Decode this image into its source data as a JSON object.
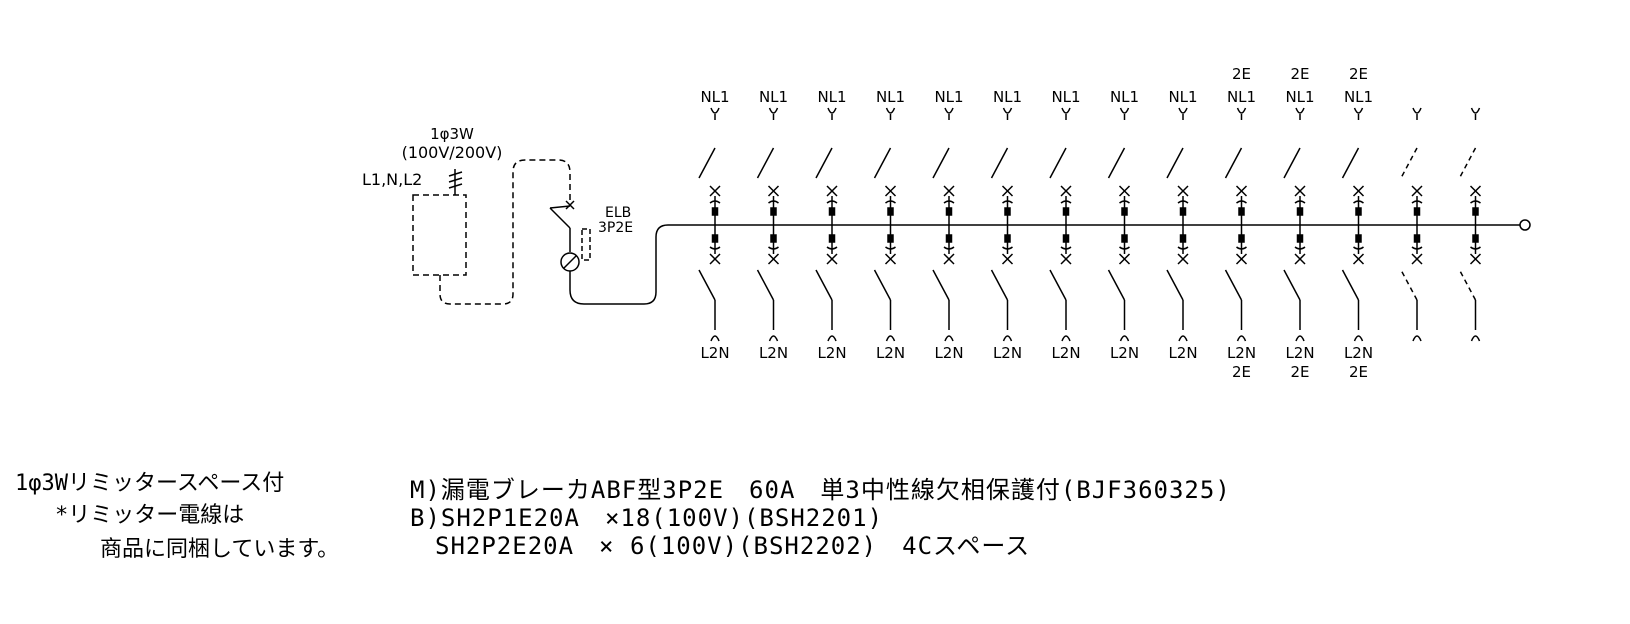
{
  "supply": {
    "phase": "1φ3W",
    "voltage": "(100V/200V)",
    "lines": "L1,N,L2"
  },
  "main_breaker": {
    "label_line1": "ELB",
    "label_line2": "3P2E"
  },
  "circuits": [
    {
      "top": "NL1",
      "bottom": "L2N",
      "spare": false
    },
    {
      "top": "NL1",
      "bottom": "L2N",
      "spare": false
    },
    {
      "top": "NL1",
      "bottom": "L2N",
      "spare": false
    },
    {
      "top": "NL1",
      "bottom": "L2N",
      "spare": false
    },
    {
      "top": "NL1",
      "bottom": "L2N",
      "spare": false
    },
    {
      "top": "NL1",
      "bottom": "L2N",
      "spare": false
    },
    {
      "top": "NL1",
      "bottom": "L2N",
      "spare": false
    },
    {
      "top": "NL1",
      "bottom": "L2N",
      "spare": false
    },
    {
      "top": "NL1",
      "bottom": "L2N",
      "spare": false
    },
    {
      "top_pre": "2E",
      "top": "NL1",
      "bottom": "L2N",
      "bottom_post": "2E",
      "spare": false
    },
    {
      "top_pre": "2E",
      "top": "NL1",
      "bottom": "L2N",
      "bottom_post": "2E",
      "spare": false
    },
    {
      "top_pre": "2E",
      "top": "NL1",
      "bottom": "L2N",
      "bottom_post": "2E",
      "spare": false
    },
    {
      "top": "",
      "bottom": "",
      "spare": true
    },
    {
      "top": "",
      "bottom": "",
      "spare": true
    }
  ],
  "notes": {
    "limiter_line1": "1φ3Wリミッタースペース付",
    "limiter_line2": "*リミッター電線は",
    "limiter_line3": "商品に同梱しています。"
  },
  "spec": {
    "line1": "M)漏電ブレーカABF型3P2E　60A　単3中性線欠相保護付(BJF360325)",
    "line2": "B)SH2P1E20A　×18(100V)(BSH2201)",
    "line3": "　SH2P2E20A　× 6(100V)(BSH2202)　4Cスペース"
  }
}
